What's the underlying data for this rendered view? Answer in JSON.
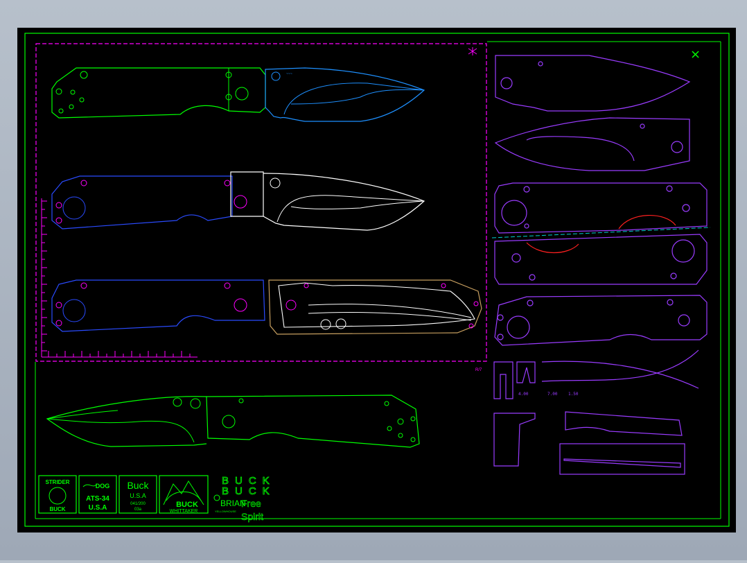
{
  "colors": {
    "viewport_bg": "#a9b3c0",
    "sheet": "#000000",
    "frame": "#00ff00",
    "dash_frame": "#ff00ff",
    "blue": "#2a4bff",
    "light_blue": "#1e90ff",
    "white": "#ffffff",
    "purple": "#9a3cff",
    "tan": "#c8a060",
    "red": "#ff2020",
    "cyan": "#00d0d0"
  },
  "logos": {
    "strider": {
      "top": "STRIDER",
      "bottom": "BUCK"
    },
    "ats": {
      "brand": "DOG",
      "line1": "ATS-34",
      "line2": "U.S.A"
    },
    "buck_usa": {
      "brand": "Buck",
      "line1": "U.S.A",
      "line2": "041/200",
      "line3": "03a"
    },
    "whittaker": {
      "brand": "BUCK",
      "bottom": "WHITTAKER"
    }
  },
  "brand_text": {
    "buck_outline_1": "BUCK",
    "buck_outline_2": "BUCK",
    "brian": "BRIAN",
    "free": "Free",
    "spirit": "Spirit",
    "yellowhouse": "YELLOWHOUSE"
  },
  "dimensions": {
    "d1": "4.00",
    "d2": "7.00",
    "d3": "1.50"
  },
  "small_note": "R/7"
}
